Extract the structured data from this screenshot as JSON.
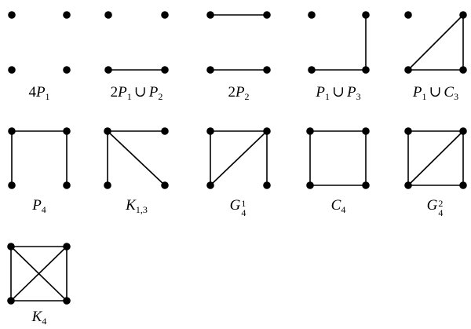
{
  "graphs": [
    {
      "id": "g1",
      "label_parts": [
        {
          "t": "4"
        },
        {
          "t": "P",
          "i": true
        },
        {
          "sub": "1"
        }
      ]
    },
    {
      "id": "g2",
      "label_parts": [
        {
          "t": "2"
        },
        {
          "t": "P",
          "i": true
        },
        {
          "sub": "1"
        },
        {
          "op": "∪"
        },
        {
          "t": "P",
          "i": true
        },
        {
          "sub": "2"
        }
      ]
    },
    {
      "id": "g3",
      "label_parts": [
        {
          "t": "2"
        },
        {
          "t": "P",
          "i": true
        },
        {
          "sub": "2"
        }
      ]
    },
    {
      "id": "g4",
      "label_parts": [
        {
          "t": "P",
          "i": true
        },
        {
          "sub": "1"
        },
        {
          "op": "∪"
        },
        {
          "t": "P",
          "i": true
        },
        {
          "sub": "3"
        }
      ]
    },
    {
      "id": "g5",
      "label_parts": [
        {
          "t": "P",
          "i": true
        },
        {
          "sub": "1"
        },
        {
          "op": "∪"
        },
        {
          "t": "C",
          "i": true
        },
        {
          "sub": "3"
        }
      ]
    },
    {
      "id": "g6",
      "label_parts": [
        {
          "t": "P",
          "i": true
        },
        {
          "sub": "4"
        }
      ]
    },
    {
      "id": "g7",
      "label_parts": [
        {
          "t": "K",
          "i": true
        },
        {
          "sub": "1,3"
        }
      ]
    },
    {
      "id": "g8",
      "label_parts": [
        {
          "t": "G",
          "i": true
        },
        {
          "supsub": [
            "1",
            "4"
          ]
        }
      ]
    },
    {
      "id": "g9",
      "label_parts": [
        {
          "t": "C",
          "i": true
        },
        {
          "sub": "4"
        }
      ]
    },
    {
      "id": "g10",
      "label_parts": [
        {
          "t": "G",
          "i": true
        },
        {
          "supsub": [
            "2",
            "4"
          ]
        }
      ]
    },
    {
      "id": "g11",
      "label_parts": [
        {
          "t": "K",
          "i": true
        },
        {
          "sub": "4"
        }
      ]
    }
  ],
  "edges": {
    "g1": [],
    "g2": [
      [
        "bl",
        "br"
      ]
    ],
    "g3": [
      [
        "tl",
        "tr"
      ],
      [
        "bl",
        "br"
      ]
    ],
    "g4": [
      [
        "bl",
        "br"
      ],
      [
        "br",
        "tr"
      ]
    ],
    "g5": [
      [
        "bl",
        "br"
      ],
      [
        "br",
        "tr"
      ],
      [
        "tr",
        "bl"
      ]
    ],
    "g6": [
      [
        "bl",
        "tl"
      ],
      [
        "tl",
        "tr"
      ],
      [
        "tr",
        "br"
      ]
    ],
    "g7": [
      [
        "tl",
        "tr"
      ],
      [
        "tl",
        "bl"
      ],
      [
        "tl",
        "br"
      ]
    ],
    "g8": [
      [
        "tl",
        "tr"
      ],
      [
        "tl",
        "bl"
      ],
      [
        "bl",
        "tr"
      ],
      [
        "tr",
        "br"
      ]
    ],
    "g9": [
      [
        "tl",
        "tr"
      ],
      [
        "tr",
        "br"
      ],
      [
        "br",
        "bl"
      ],
      [
        "bl",
        "tl"
      ]
    ],
    "g10": [
      [
        "tl",
        "tr"
      ],
      [
        "tr",
        "br"
      ],
      [
        "br",
        "bl"
      ],
      [
        "bl",
        "tl"
      ],
      [
        "bl",
        "tr"
      ]
    ],
    "g11": [
      [
        "tl",
        "tr"
      ],
      [
        "tr",
        "br"
      ],
      [
        "br",
        "bl"
      ],
      [
        "bl",
        "tl"
      ],
      [
        "tl",
        "br"
      ],
      [
        "tr",
        "bl"
      ]
    ]
  }
}
